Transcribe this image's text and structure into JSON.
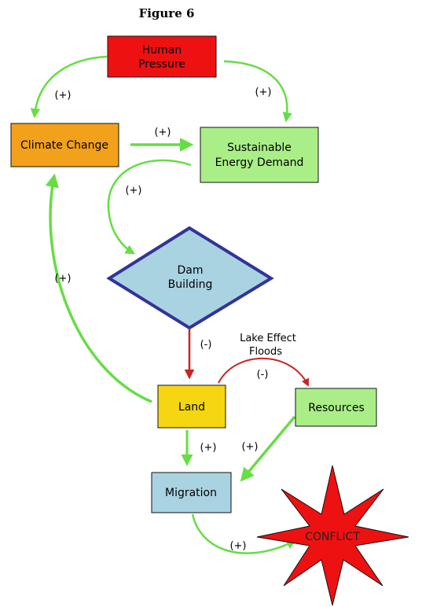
{
  "figure_title": "Figure 6",
  "colors": {
    "green_arrow": "#66dd44",
    "red_arrow": "#cc2222",
    "human_pressure": "#ee1111",
    "climate_change": "#f2a11a",
    "sustainable_energy": "#aaee88",
    "dam_building_fill": "#aad3e2",
    "dam_building_border": "#333399",
    "land": "#f5d611",
    "resources": "#aaee88",
    "migration": "#aad3e2",
    "conflict": "#ee1111"
  },
  "nodes": {
    "human_pressure": {
      "line1": "Human",
      "line2": "Pressure"
    },
    "climate_change": {
      "label": "Climate Change"
    },
    "sustainable_energy": {
      "line1": "Sustainable",
      "line2": "Energy Demand"
    },
    "dam_building": {
      "line1": "Dam",
      "line2": "Building"
    },
    "land": {
      "label": "Land"
    },
    "resources": {
      "label": "Resources"
    },
    "migration": {
      "label": "Migration"
    },
    "conflict": {
      "label": "CONFLICT"
    }
  },
  "edges": {
    "hp_to_cc": "(+)",
    "hp_to_se": "(+)",
    "cc_to_se": "(+)",
    "se_to_dam": "(+)",
    "land_to_cc": "(+)",
    "dam_to_land": "(-)",
    "land_to_resources": "(-)",
    "lake_effect_line1": "Lake Effect",
    "lake_effect_line2": "Floods",
    "land_to_migration": "(+)",
    "resources_to_migration": "(+)",
    "migration_to_conflict": "(+)"
  }
}
